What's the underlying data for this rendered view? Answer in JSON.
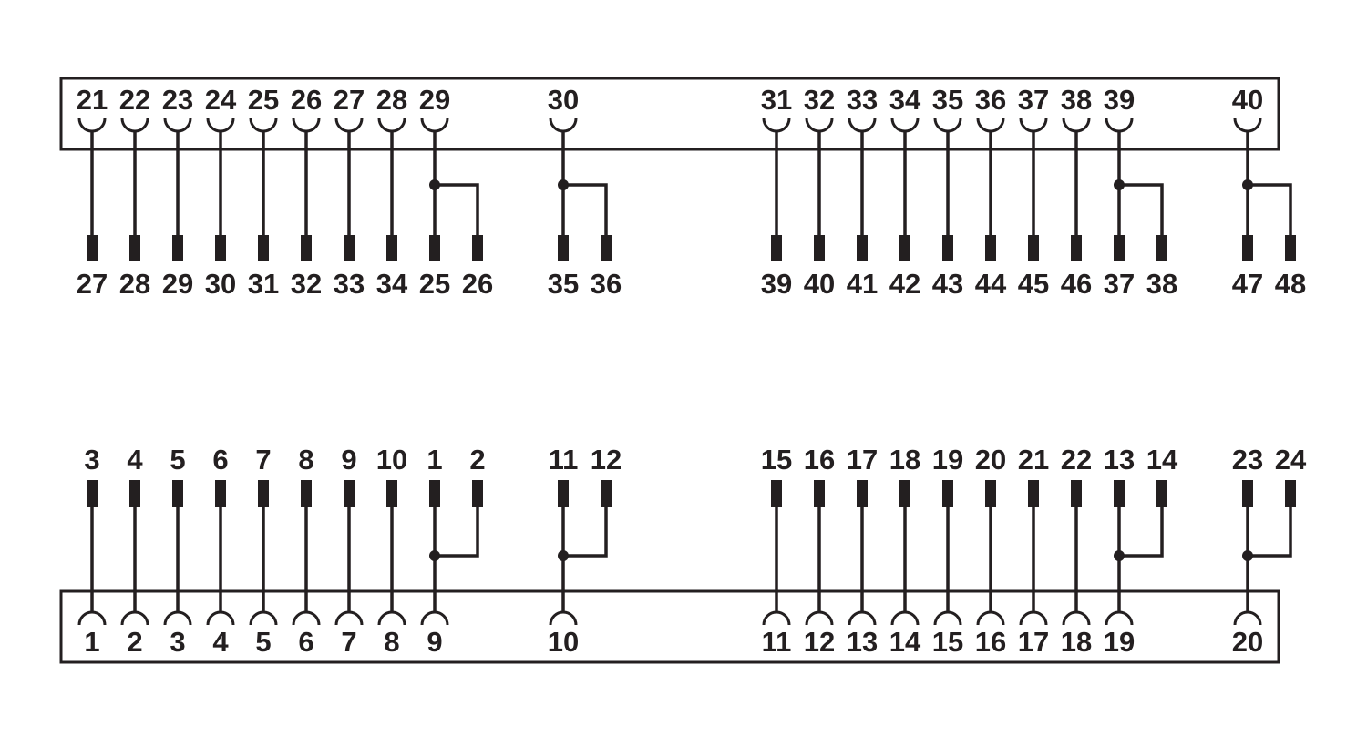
{
  "top_connector": {
    "terminals": [
      {
        "label": "21",
        "targets": [
          "27"
        ]
      },
      {
        "label": "22",
        "targets": [
          "28"
        ]
      },
      {
        "label": "23",
        "targets": [
          "29"
        ]
      },
      {
        "label": "24",
        "targets": [
          "30"
        ]
      },
      {
        "label": "25",
        "targets": [
          "31"
        ]
      },
      {
        "label": "26",
        "targets": [
          "32"
        ]
      },
      {
        "label": "27",
        "targets": [
          "33"
        ]
      },
      {
        "label": "28",
        "targets": [
          "34"
        ]
      },
      {
        "label": "29",
        "targets": [
          "25",
          "26"
        ]
      },
      {
        "label": "30",
        "targets": [
          "35",
          "36"
        ]
      },
      {
        "label": "31",
        "targets": [
          "39"
        ]
      },
      {
        "label": "32",
        "targets": [
          "40"
        ]
      },
      {
        "label": "33",
        "targets": [
          "41"
        ]
      },
      {
        "label": "34",
        "targets": [
          "42"
        ]
      },
      {
        "label": "35",
        "targets": [
          "43"
        ]
      },
      {
        "label": "36",
        "targets": [
          "44"
        ]
      },
      {
        "label": "37",
        "targets": [
          "45"
        ]
      },
      {
        "label": "38",
        "targets": [
          "46"
        ]
      },
      {
        "label": "39",
        "targets": [
          "37",
          "38"
        ]
      },
      {
        "label": "40",
        "targets": [
          "47",
          "48"
        ]
      }
    ]
  },
  "bottom_connector": {
    "terminals": [
      {
        "label": "1",
        "targets": [
          "3"
        ]
      },
      {
        "label": "2",
        "targets": [
          "4"
        ]
      },
      {
        "label": "3",
        "targets": [
          "5"
        ]
      },
      {
        "label": "4",
        "targets": [
          "6"
        ]
      },
      {
        "label": "5",
        "targets": [
          "7"
        ]
      },
      {
        "label": "6",
        "targets": [
          "8"
        ]
      },
      {
        "label": "7",
        "targets": [
          "9"
        ]
      },
      {
        "label": "8",
        "targets": [
          "10"
        ]
      },
      {
        "label": "9",
        "targets": [
          "1",
          "2"
        ]
      },
      {
        "label": "10",
        "targets": [
          "11",
          "12"
        ]
      },
      {
        "label": "11",
        "targets": [
          "15"
        ]
      },
      {
        "label": "12",
        "targets": [
          "16"
        ]
      },
      {
        "label": "13",
        "targets": [
          "17"
        ]
      },
      {
        "label": "14",
        "targets": [
          "18"
        ]
      },
      {
        "label": "15",
        "targets": [
          "19"
        ]
      },
      {
        "label": "16",
        "targets": [
          "20"
        ]
      },
      {
        "label": "17",
        "targets": [
          "21"
        ]
      },
      {
        "label": "18",
        "targets": [
          "22"
        ]
      },
      {
        "label": "19",
        "targets": [
          "13",
          "14"
        ]
      },
      {
        "label": "20",
        "targets": [
          "23",
          "24"
        ]
      }
    ]
  }
}
